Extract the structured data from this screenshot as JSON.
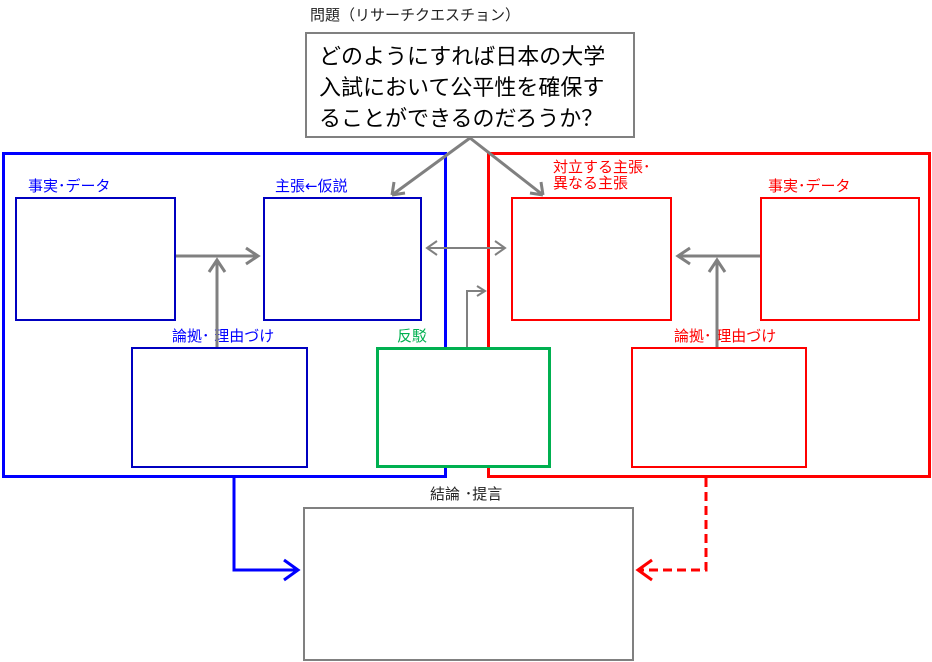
{
  "question": {
    "label": "問題（リサーチクエスチョン）",
    "lines": [
      "どのようにすれば日本の大学",
      "入試において公平性を確保す",
      "ることができるのだろうか？"
    ]
  },
  "left_panel": {
    "facts_label": "事実･データ",
    "claim_label": "主張←仮説",
    "warrant_label": "論拠･ 理由づけ"
  },
  "rebuttal": {
    "label": "反駁"
  },
  "right_panel": {
    "counter_label_1": "対立する主張･",
    "counter_label_2": "異なる主張",
    "facts_label": "事実･データ",
    "warrant_label": "論拠･ 理由づけ"
  },
  "conclusion": {
    "label": "結論 ･提言"
  },
  "colors": {
    "blue": "#0000ff",
    "red": "#ff0000",
    "green": "#00b050",
    "gray": "#808080"
  }
}
